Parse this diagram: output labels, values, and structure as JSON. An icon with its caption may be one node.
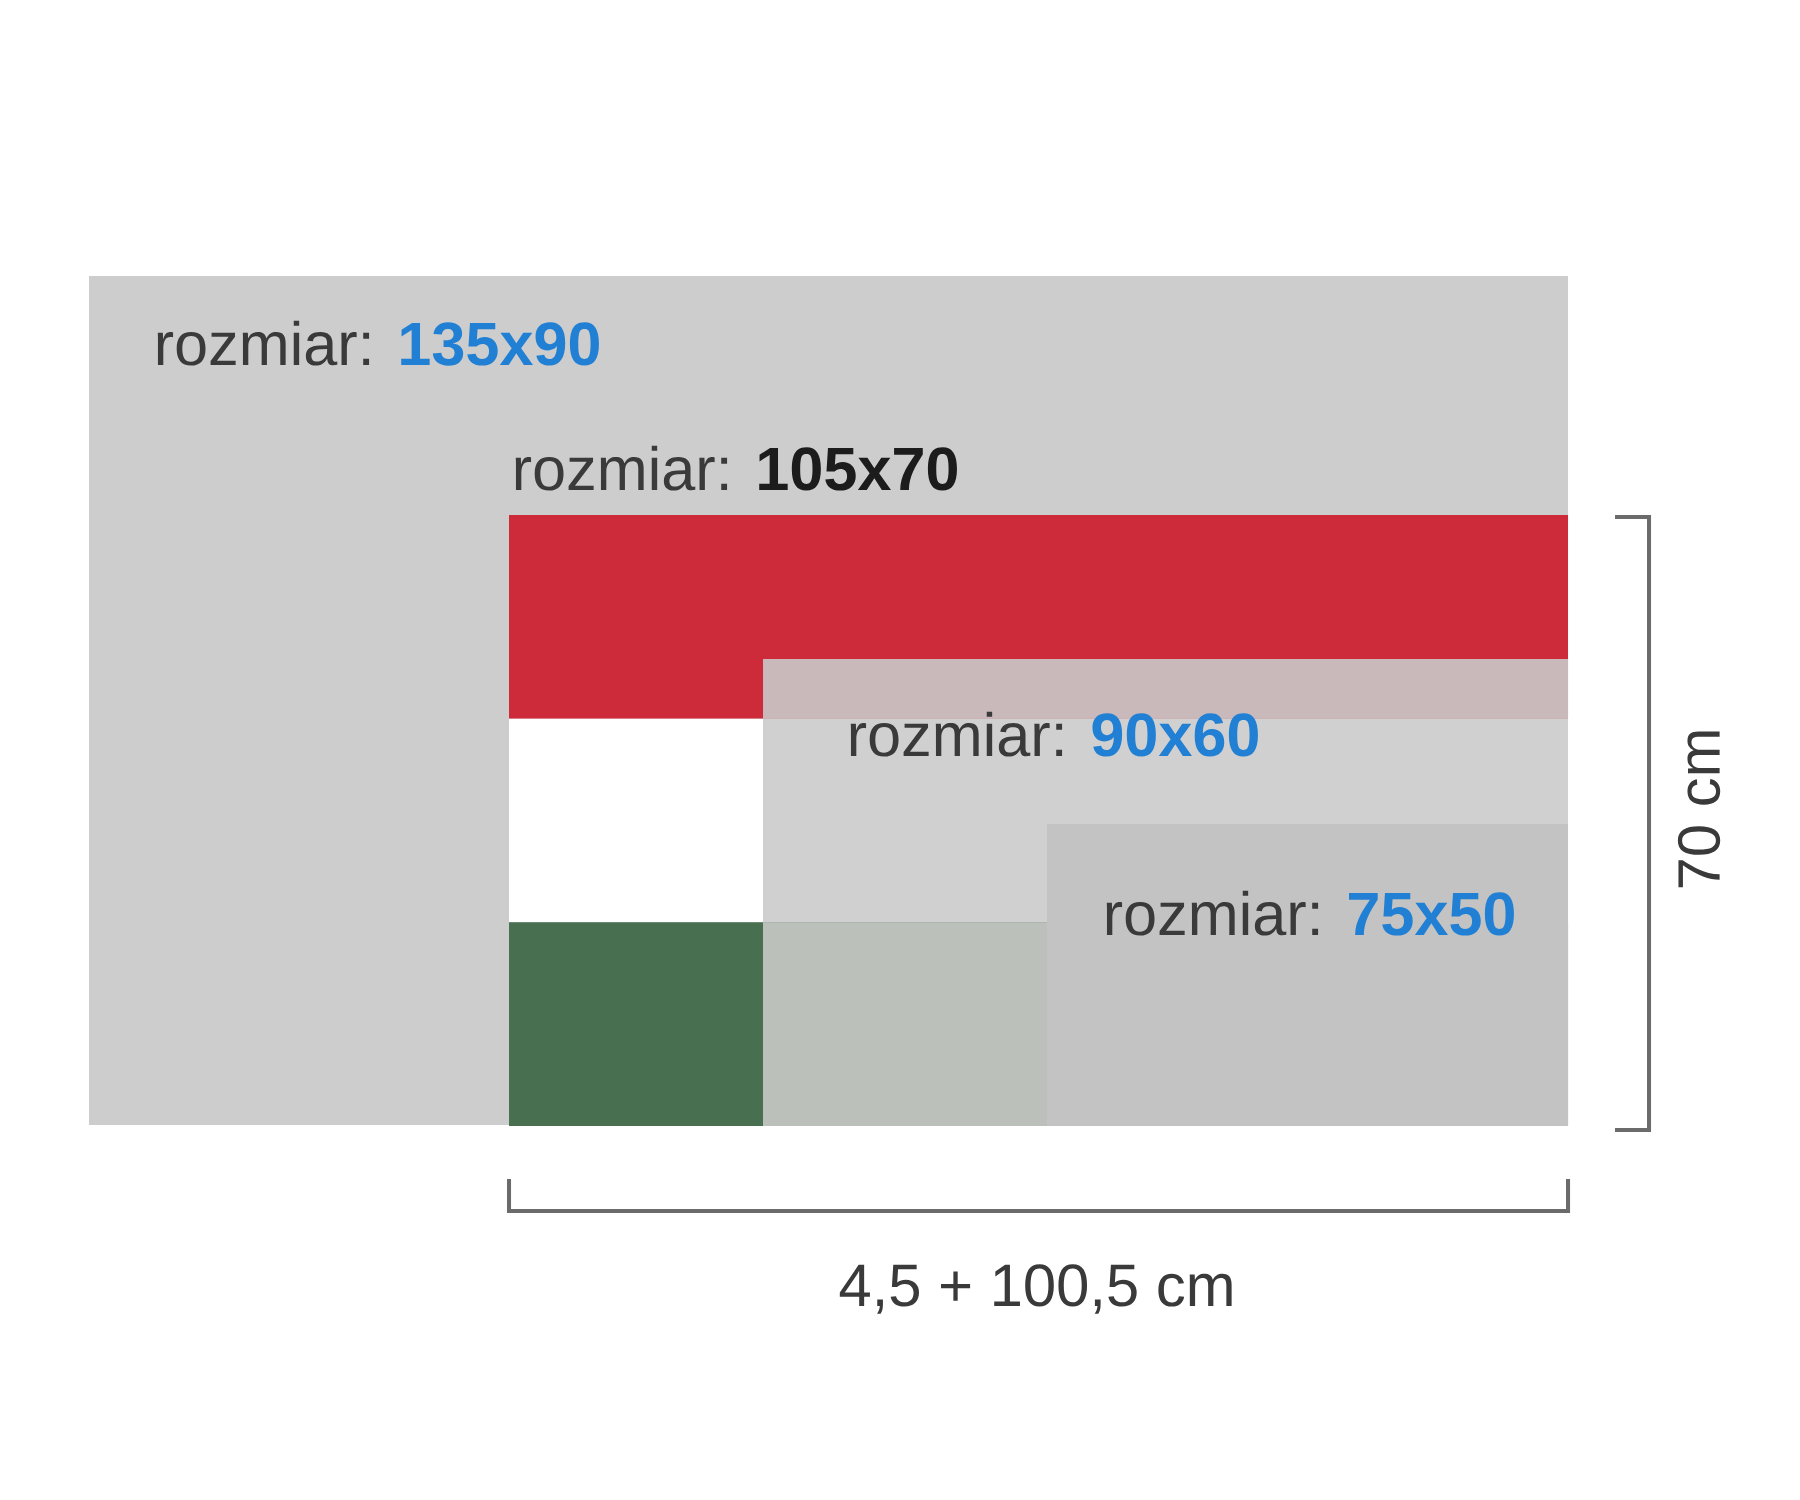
{
  "diagram": {
    "nodes": [
      {
        "text": [
          "rozmiar: **135x90**"
        ]
      },
      {
        "text": [
          "rozmiar: **105x70**"
        ],
        "in": 0
      },
      {
        "text": [
          "rozmiar: **90x60**"
        ],
        "in": 1
      },
      {
        "text": [
          "rozmiar: **75x50**"
        ],
        "in": 2
      }
    ],
    "labels": [
      "70 cm",
      "4,5 + 100,5 cm"
    ]
  }
}
